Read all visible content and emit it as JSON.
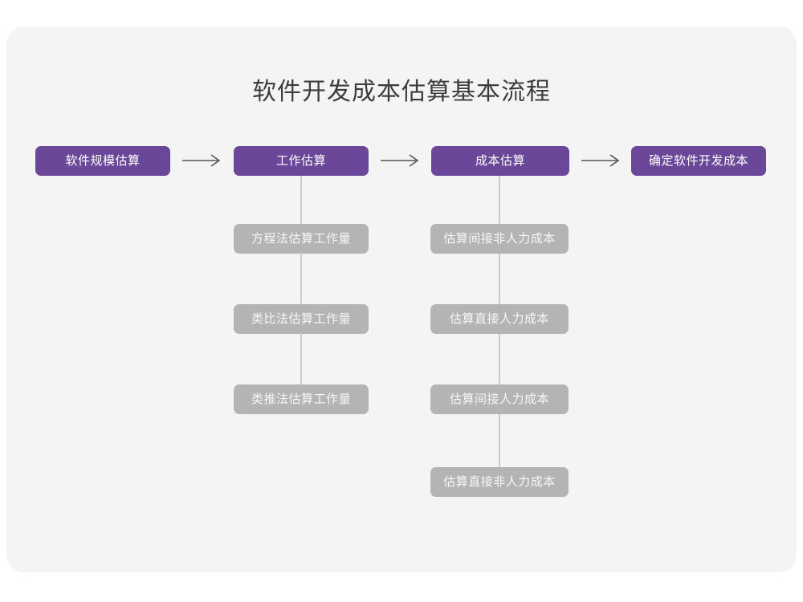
{
  "meta": {
    "title": "软件开发成本估算基本流程",
    "colors": {
      "canvas": "#ffffff",
      "card": "#f4f4f4",
      "primary_node": "#6b4799",
      "primary_node_text": "#ffffff",
      "secondary_node": "#b4b4b4",
      "secondary_node_text": "#f7f7f7",
      "connector_line": "#cbcbcb",
      "arrow": "#555555",
      "title_text": "#3d3d3d"
    }
  },
  "chart_data": {
    "type": "diagram",
    "title": "软件开发成本估算基本流程",
    "layout": "horizontal-flow-with-vertical-branches",
    "main_flow": [
      "软件规模估算",
      "工作估算",
      "成本估算",
      "确定软件开发成本"
    ],
    "branches": [
      {
        "parent": "工作估算",
        "items": [
          "方程法估算工作量",
          "类比法估算工作量",
          "类推法估算工作量"
        ]
      },
      {
        "parent": "成本估算",
        "items": [
          "估算间接非人力成本",
          "估算直接人力成本",
          "估算间接人力成本",
          "估算直接非人力成本"
        ]
      }
    ],
    "connectors": [
      "arrow-right",
      "arrow-right",
      "arrow-right"
    ]
  },
  "flow": {
    "step1": {
      "label": "软件规模估算"
    },
    "step2": {
      "label": "工作估算"
    },
    "step3": {
      "label": "成本估算"
    },
    "step4": {
      "label": "确定软件开发成本"
    },
    "arrows": {
      "a1": "arrow-right-icon",
      "a2": "arrow-right-icon",
      "a3": "arrow-right-icon"
    }
  },
  "branch_effort": {
    "items": [
      {
        "label": "方程法估算工作量"
      },
      {
        "label": "类比法估算工作量"
      },
      {
        "label": "类推法估算工作量"
      }
    ]
  },
  "branch_cost": {
    "items": [
      {
        "label": "估算间接非人力成本"
      },
      {
        "label": "估算直接人力成本"
      },
      {
        "label": "估算间接人力成本"
      },
      {
        "label": "估算直接非人力成本"
      }
    ]
  }
}
